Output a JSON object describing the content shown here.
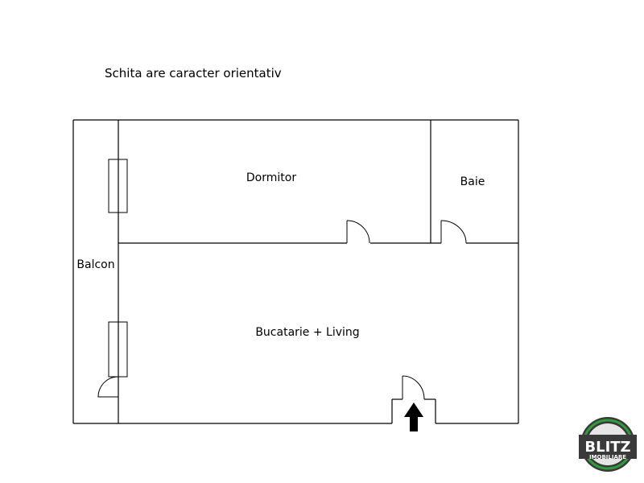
{
  "header": {
    "note": "Schita are caracter orientativ"
  },
  "rooms": {
    "dormitor": "Dormitor",
    "baie": "Baie",
    "balcon": "Balcon",
    "living": "Bucatarie + Living"
  },
  "logo": {
    "brand": "BLITZ",
    "sub": "IMOBILIARE",
    "color_ring": "#3a3a3a",
    "color_accent": "#2e9e3a"
  },
  "icons": {
    "entrance": "entrance-arrow-icon"
  }
}
